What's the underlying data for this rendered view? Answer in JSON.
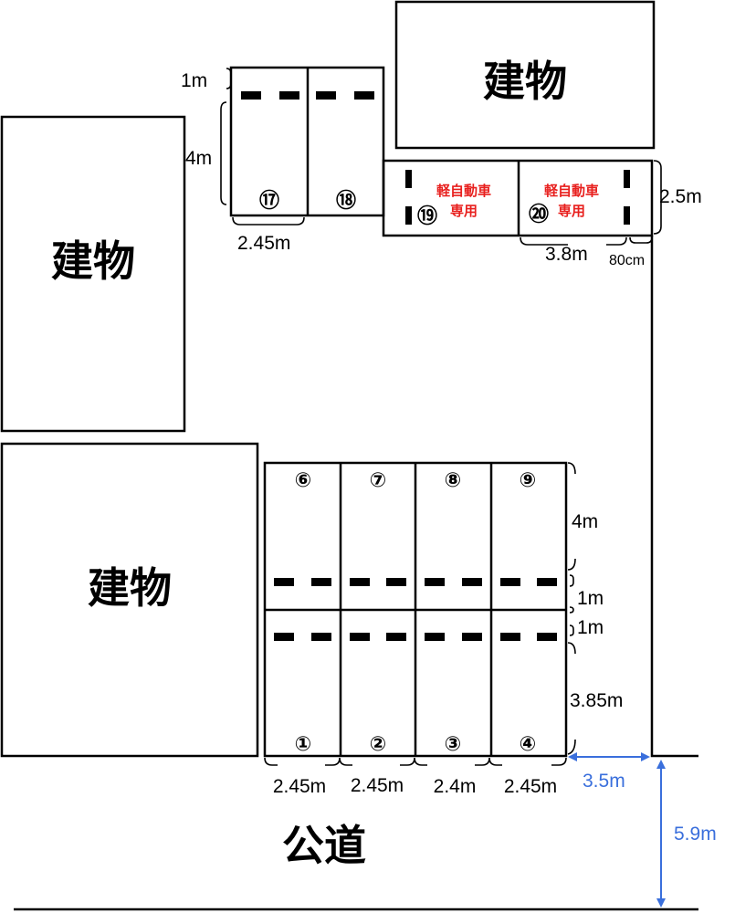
{
  "buildings": {
    "top": "建物",
    "left_upper": "建物",
    "left_lower": "建物"
  },
  "road_label": "公道",
  "spaces": {
    "row_bottom": [
      "①",
      "②",
      "③",
      "④"
    ],
    "row_middle": [
      "⑥",
      "⑦",
      "⑧",
      "⑨"
    ],
    "upper_left": [
      "⑰",
      "⑱"
    ],
    "kei": [
      "⑲",
      "⑳"
    ]
  },
  "kei_label": {
    "line1": "軽自動車",
    "line2": "専用"
  },
  "dimensions": {
    "upper_gap": "1m",
    "upper_depth": "4m",
    "upper_width": "2.45m",
    "kei_height": "2.5m",
    "kei_length": "3.8m",
    "kei_margin": "80cm",
    "middle_depth": "4m",
    "middle_gap": "1m",
    "bottom_gap": "1m",
    "bottom_depth": "3.85m",
    "widths": [
      "2.45m",
      "2.45m",
      "2.4m",
      "2.45m"
    ],
    "aisle_width": "3.5m",
    "road_width": "5.9m"
  },
  "colors": {
    "kei_text": "#e8201e",
    "dimension_blue": "#3a6fdc"
  }
}
